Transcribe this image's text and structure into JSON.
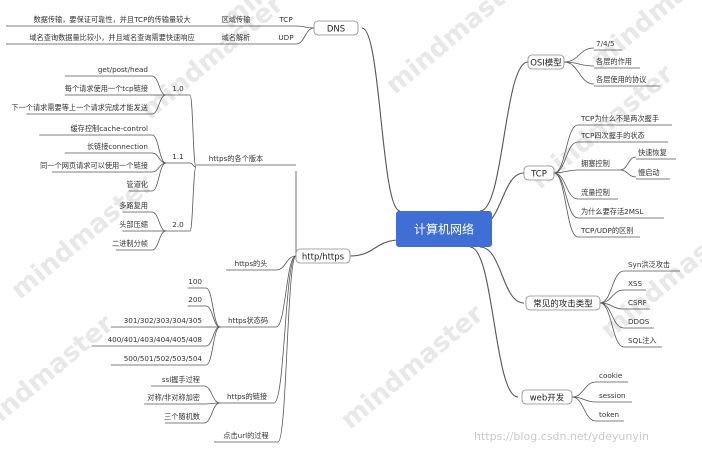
{
  "colors": {
    "line": "#555555",
    "root_fill": "#3f6fd4",
    "root_text": "#ffffff",
    "box_border": "#8a8a8a"
  },
  "root": "计算机网络",
  "watermark": {
    "text": "mindmaster",
    "url": "https://blog.csdn.net/ydeyunyin"
  },
  "right": [
    {
      "label": "OSI模型",
      "children": [
        "7/4/5",
        "各层的作用",
        "各层使用的协议"
      ]
    },
    {
      "label": "TCP",
      "children": [
        "TCP为什么不是两次握手",
        "TCP四次握手的状态",
        "拥塞控制",
        "快速恢复",
        "慢启动",
        "流量控制",
        "为什么要存活2MSL",
        "TCP/UDP的区别"
      ]
    },
    {
      "label": "常见的攻击类型",
      "children": [
        "Syn洪泛攻击",
        "XSS",
        "CSRF",
        "DDOS",
        "SQL注入"
      ]
    },
    {
      "label": "web开发",
      "children": [
        "cookie",
        "session",
        "token"
      ]
    }
  ],
  "left": {
    "dns": {
      "label": "DNS",
      "rows": [
        {
          "desc": "数据传输，要保证可靠性，并且TCP的传输量较大",
          "name": "区域传输",
          "proto": "TCP"
        },
        {
          "desc": "域名查询数据量比较小，并且域名查询需要快速响应",
          "name": "域名解析",
          "proto": "UDP"
        }
      ]
    },
    "http": {
      "label": "http/https",
      "versions_label": "https的各个版本",
      "versions": [
        {
          "v": "1.0",
          "items": [
            "get/post/head",
            "每个请求使用一个tcp链接",
            "下一个请求需要等上一个请求完成才能发送"
          ]
        },
        {
          "v": "1.1",
          "items": [
            "缓存控制cache-control",
            "长链接connection",
            "同一个网页请求可以使用一个链接",
            "管道化"
          ]
        },
        {
          "v": "2.0",
          "items": [
            "多路复用",
            "头部压缩",
            "二进制分帧"
          ]
        }
      ],
      "head": "https的头",
      "status_label": "https状态码",
      "status": [
        "100",
        "200",
        "301/302/303/304/305",
        "400/401/403/404/405/408",
        "500/501/502/503/504"
      ],
      "link_label": "https的链接",
      "link": [
        "ssl握手过程",
        "对称/非对称加密",
        "三个随机数"
      ],
      "url_flow": "点击url的过程"
    }
  }
}
